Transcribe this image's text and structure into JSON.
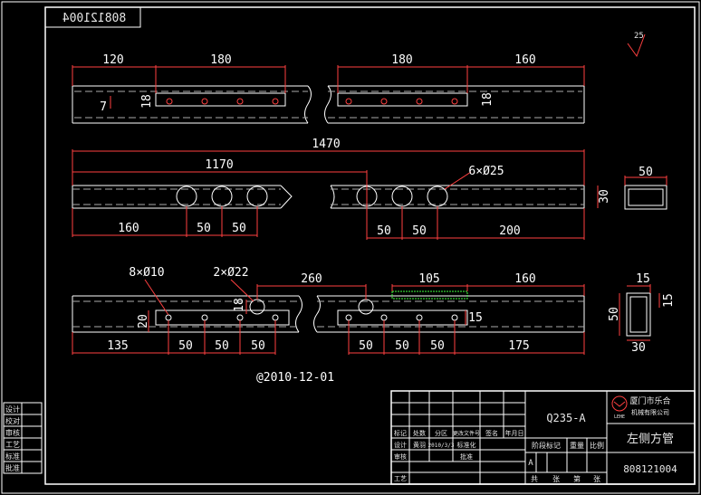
{
  "drawing_number": "808121004",
  "surface_finish": "25",
  "view1": {
    "dims": [
      "120",
      "180",
      "180",
      "160",
      "18",
      "7",
      "18"
    ]
  },
  "view2": {
    "dims": [
      "1470",
      "1170",
      "160",
      "50",
      "50",
      "50",
      "50",
      "200",
      "30"
    ],
    "holes_note": "6×Ø25"
  },
  "section1": {
    "width": "50"
  },
  "view3": {
    "note_small_holes": "8×Ø10",
    "note_large_holes": "2×Ø22",
    "dims": [
      "260",
      "105",
      "160",
      "18",
      "20",
      "15",
      "135",
      "50",
      "50",
      "50",
      "50",
      "50",
      "50",
      "175"
    ]
  },
  "section2": {
    "dims": [
      "15",
      "15",
      "50",
      "30"
    ]
  },
  "date_stamp": "@2010-12-01",
  "title_block": {
    "material": "Q235-A",
    "company_line1": "厦门市乐合",
    "company_line2": "机械有限公司",
    "part_name": "左侧方管",
    "part_code": "808121004",
    "logo_text": "LEHE",
    "row_labels": [
      "标记",
      "处数",
      "分区",
      "更改文件号",
      "签名",
      "年月日"
    ],
    "row_labels2": [
      "设计",
      "标准化",
      "阶段标记",
      "重量",
      "比例"
    ],
    "row_labels3": [
      "审核"
    ],
    "row_labels4": [
      "工艺",
      "批准"
    ],
    "stage_mark": "A",
    "bottom_labels": [
      "共",
      "张",
      "第",
      "张"
    ],
    "sign_labels": [
      "黄羽",
      "2010/3/3"
    ]
  },
  "left_strip": [
    "设计",
    "校对",
    "审核",
    "工艺",
    "标准",
    "批准"
  ]
}
